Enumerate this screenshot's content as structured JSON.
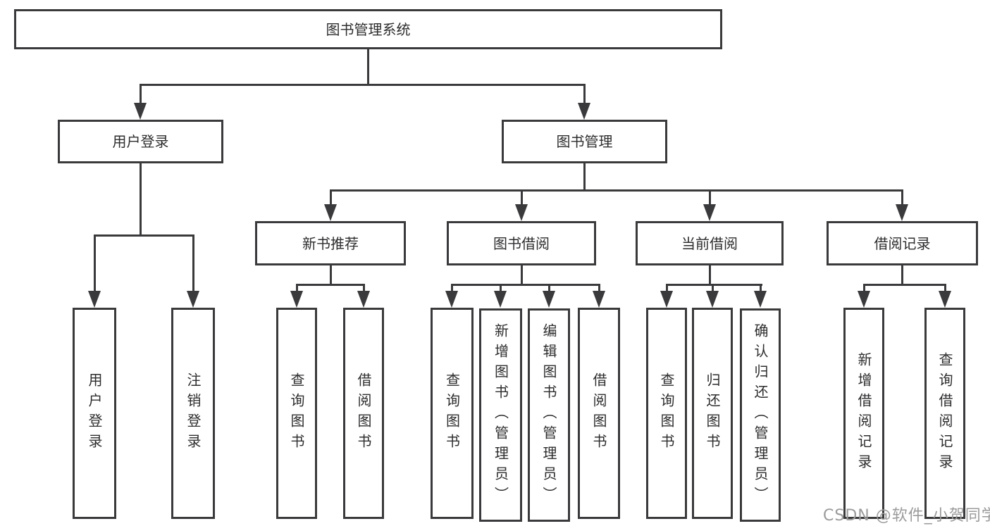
{
  "colors": {
    "line": "#3a3a3c",
    "box_border": "#3a3a3c",
    "text": "#2d2d2f",
    "watermark": "#9b9b9b",
    "background": "#ffffff"
  },
  "tree": {
    "root": {
      "label": "图书管理系统"
    },
    "branches": [
      {
        "label": "用户登录",
        "children": [
          {
            "label": "用户登录"
          },
          {
            "label": "注销登录"
          }
        ]
      },
      {
        "label": "图书管理",
        "children": [
          {
            "label": "新书推荐",
            "children": [
              {
                "label": "查询图书"
              },
              {
                "label": "借阅图书"
              }
            ]
          },
          {
            "label": "图书借阅",
            "children": [
              {
                "label": "查询图书"
              },
              {
                "label": "新增图书（管理员）"
              },
              {
                "label": "编辑图书（管理员）"
              },
              {
                "label": "借阅图书"
              }
            ]
          },
          {
            "label": "当前借阅",
            "children": [
              {
                "label": "查询图书"
              },
              {
                "label": "归还图书"
              },
              {
                "label": "确认归还（管理员）"
              }
            ]
          },
          {
            "label": "借阅记录",
            "children": [
              {
                "label": "新增借阅记录"
              },
              {
                "label": "查询借阅记录"
              }
            ]
          }
        ]
      }
    ]
  },
  "watermark": {
    "text": "CSDN @软件_小贺同学"
  }
}
